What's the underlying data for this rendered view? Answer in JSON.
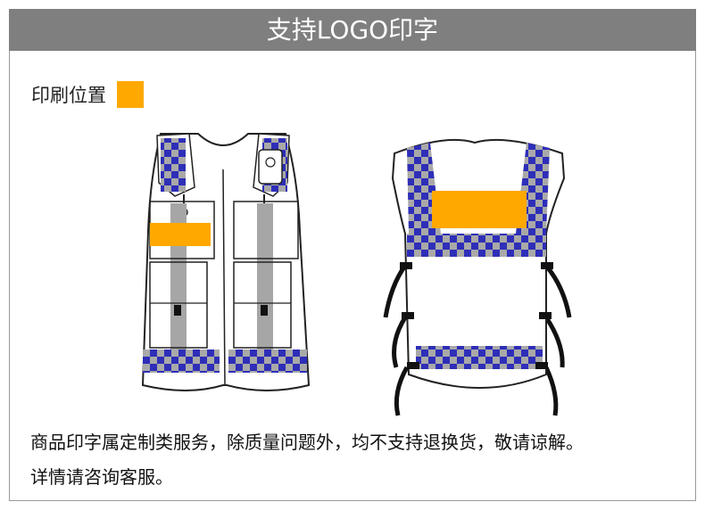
{
  "header": {
    "title": "支持LOGO印字"
  },
  "legend": {
    "label": "印刷位置",
    "swatch_color": "#FFA800"
  },
  "colors": {
    "checker_blue": "#2E2EB8",
    "checker_grey": "#A9A9A9",
    "stripe_grey": "#A6A6A6",
    "outline": "#222222",
    "strap": "#111111"
  },
  "illustrations": {
    "front": {
      "icon": "vest-front-icon"
    },
    "back": {
      "icon": "vest-back-icon"
    }
  },
  "notes": {
    "line1": "商品印字属定制类服务，除质量问题外，均不支持退换货，敬请谅解。",
    "line2": "详情请咨询客服。"
  }
}
